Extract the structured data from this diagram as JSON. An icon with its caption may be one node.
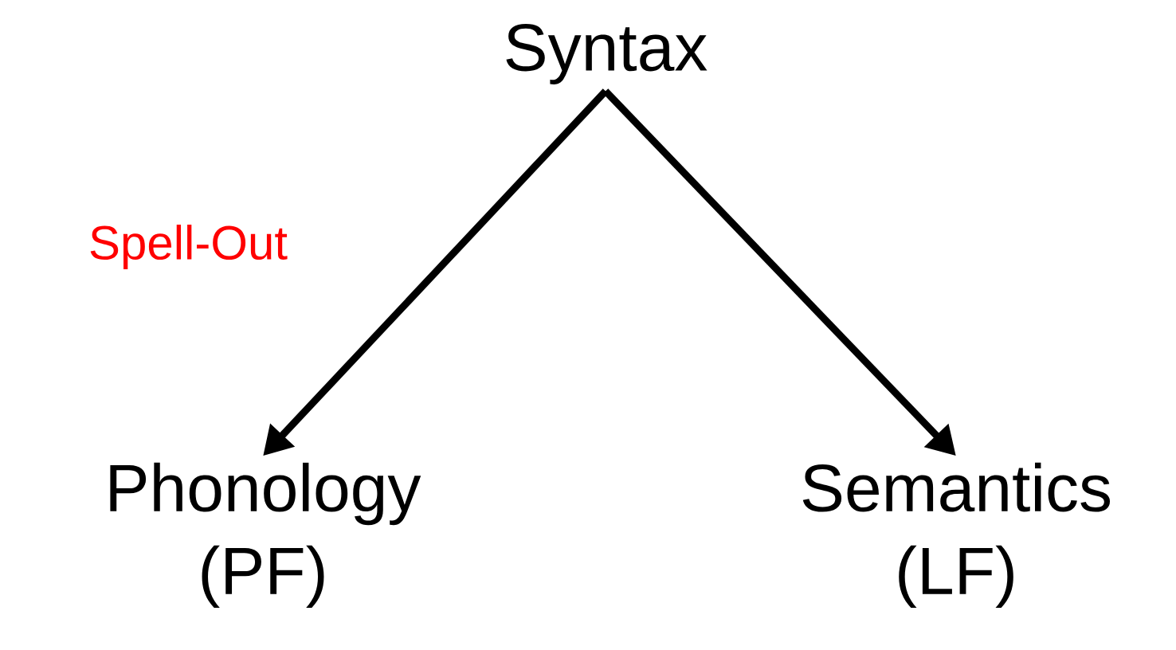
{
  "diagram": {
    "nodes": [
      {
        "text": [
          "Syntax"
        ]
      },
      {
        "text": [
          "Phonology (PF)"
        ]
      },
      {
        "text": [
          "Semantics (LF)"
        ]
      }
    ],
    "edges": [
      {
        "from": 0,
        "to": 1,
        "arrow": "to",
        "label": "Spell-Out"
      },
      {
        "from": 0,
        "to": 2,
        "arrow": "to"
      }
    ]
  }
}
